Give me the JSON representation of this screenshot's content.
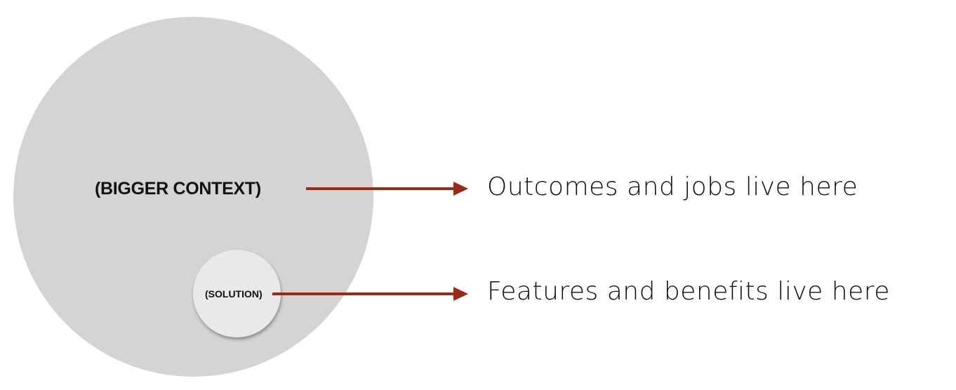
{
  "diagram": {
    "bigger_context_label": "(BIGGER CONTEXT)",
    "solution_label": "(SOLUTION)",
    "outcomes_text": "Outcomes and jobs live here",
    "features_text": "Features and benefits live here"
  },
  "colors": {
    "big_circle": "#d4d4d4",
    "small_circle": "#e9e9e9",
    "arrow": "#9b2a1a"
  }
}
